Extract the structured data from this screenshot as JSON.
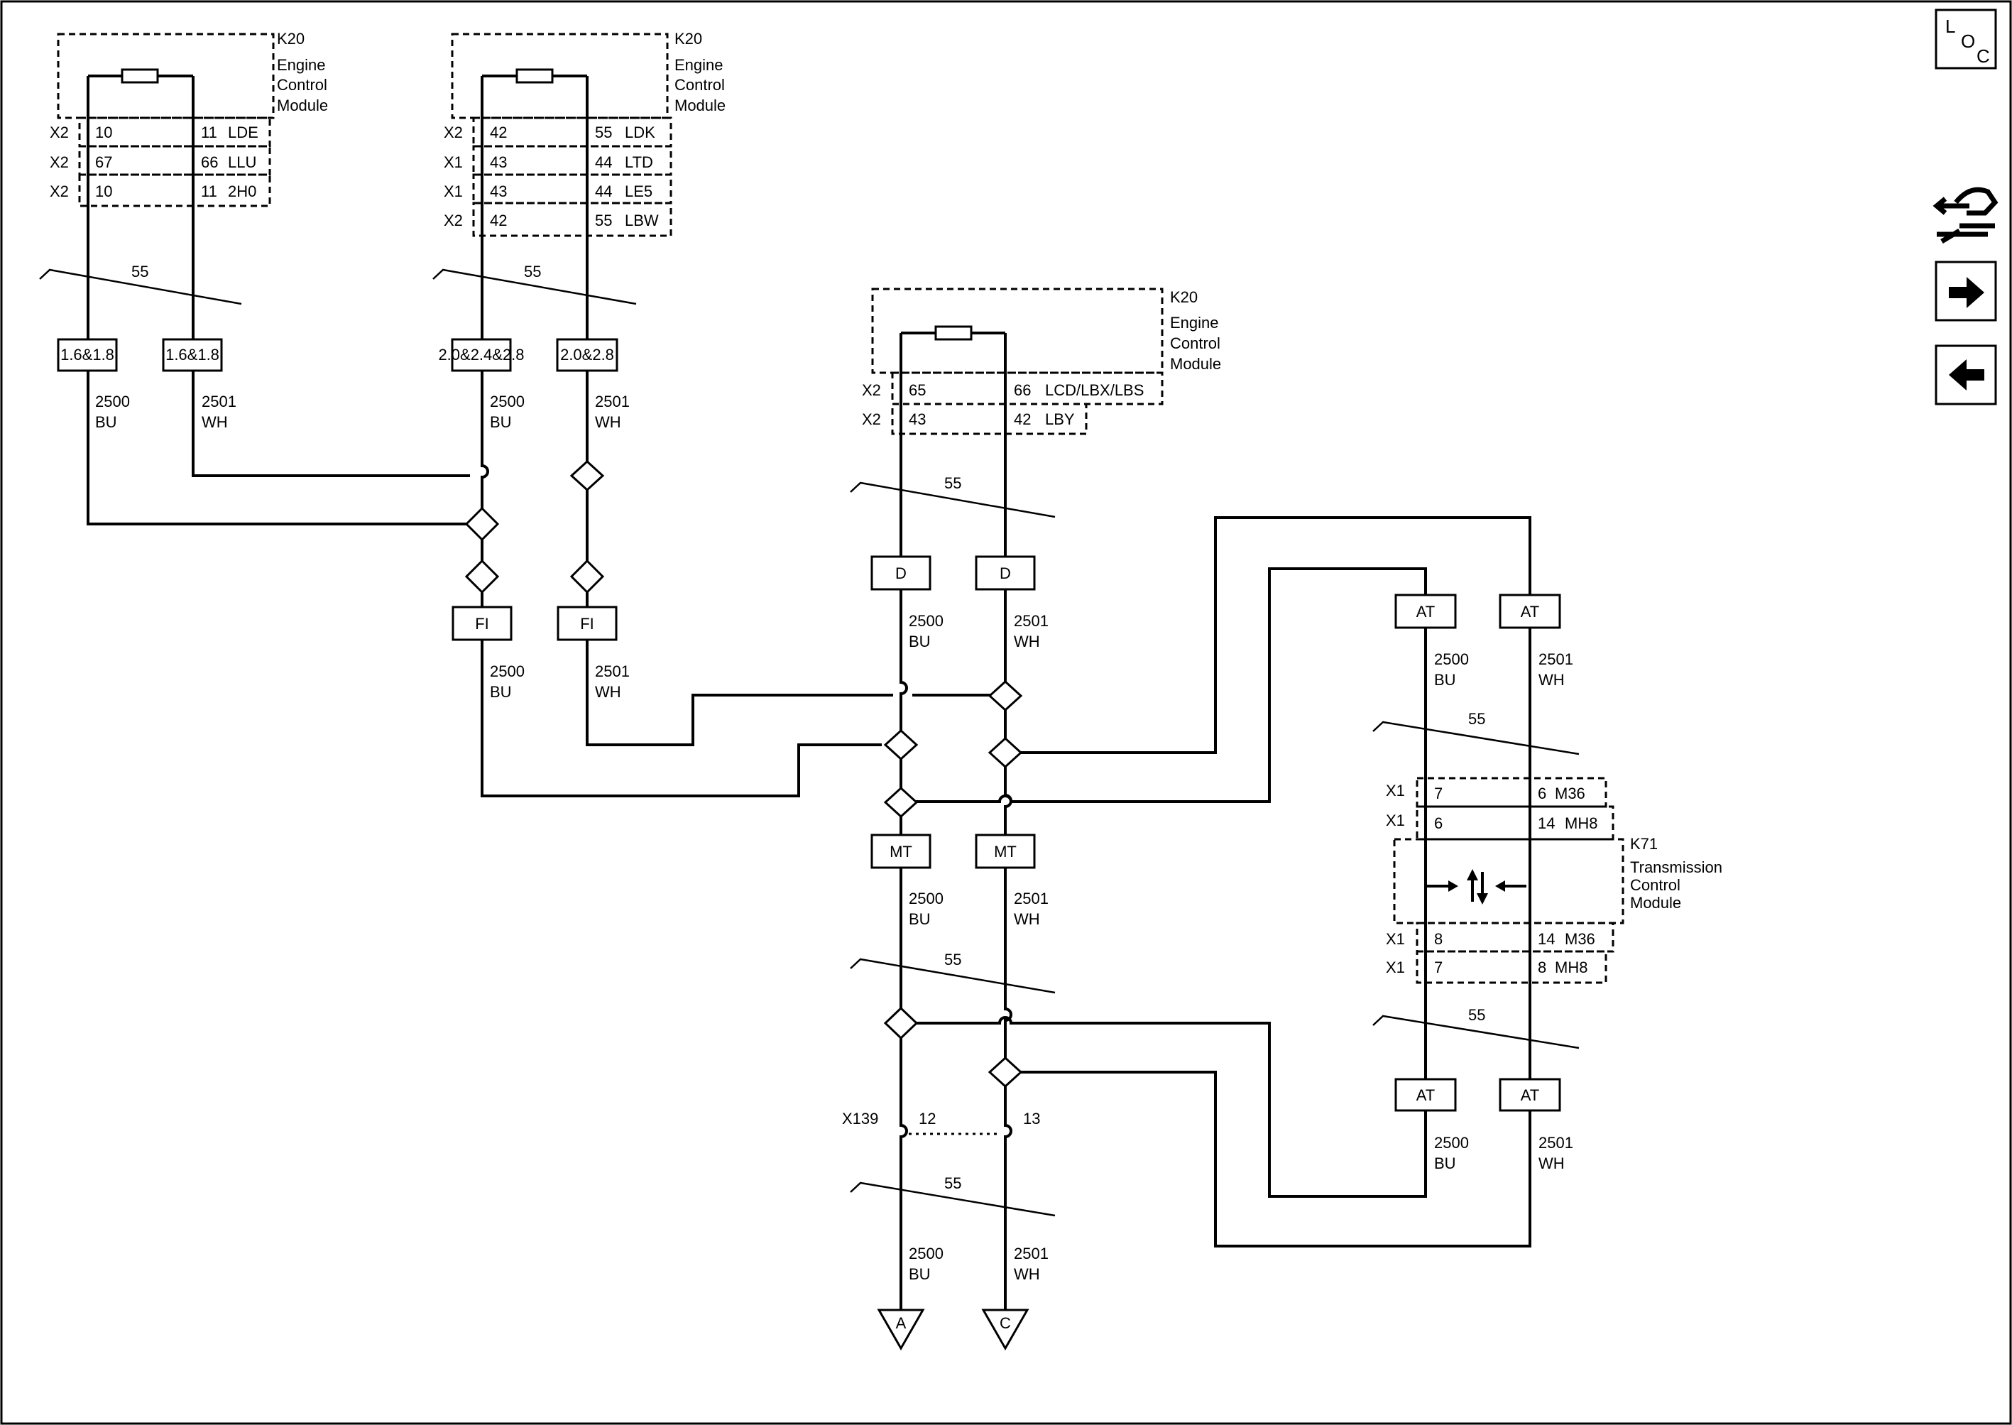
{
  "navigation": {
    "loc": {
      "l": "L",
      "o": "O",
      "c": "C"
    }
  },
  "modules": {
    "k20a": {
      "id": "K20",
      "name1": "Engine",
      "name2": "Control",
      "name3": "Module"
    },
    "k20b": {
      "id": "K20",
      "name1": "Engine",
      "name2": "Control",
      "name3": "Module"
    },
    "k20c": {
      "id": "K20",
      "name1": "Engine",
      "name2": "Control",
      "name3": "Module"
    },
    "k71": {
      "id": "K71",
      "name1": "Transmission",
      "name2": "Control",
      "name3": "Module"
    }
  },
  "pins": {
    "a1": {
      "conn": "X2",
      "p1": "10",
      "p2": "11",
      "opt": "LDE"
    },
    "a2": {
      "conn": "X2",
      "p1": "67",
      "p2": "66",
      "opt": "LLU"
    },
    "a3": {
      "conn": "X2",
      "p1": "10",
      "p2": "11",
      "opt": "2H0"
    },
    "b1": {
      "conn": "X2",
      "p1": "42",
      "p2": "55",
      "opt": "LDK"
    },
    "b2": {
      "conn": "X1",
      "p1": "43",
      "p2": "44",
      "opt": "LTD"
    },
    "b3": {
      "conn": "X1",
      "p1": "43",
      "p2": "44",
      "opt": "LE5"
    },
    "b4": {
      "conn": "X2",
      "p1": "42",
      "p2": "55",
      "opt": "LBW"
    },
    "c1": {
      "conn": "X2",
      "p1": "65",
      "p2": "66",
      "opt": "LCD/LBX/LBS"
    },
    "c2": {
      "conn": "X2",
      "p1": "43",
      "p2": "42",
      "opt": "LBY"
    },
    "t1": {
      "conn": "X1",
      "p1": "7",
      "p2": "6",
      "opt": "M36"
    },
    "t2": {
      "conn": "X1",
      "p1": "6",
      "p2": "14",
      "opt": "MH8"
    },
    "t3": {
      "conn": "X1",
      "p1": "8",
      "p2": "14",
      "opt": "M36"
    },
    "t4": {
      "conn": "X1",
      "p1": "7",
      "p2": "8",
      "opt": "MH8"
    }
  },
  "shield_label": "55",
  "options": {
    "o1": "1.6&1.8",
    "o2": "1.6&1.8",
    "o3": "2.0&2.4&2.8",
    "o4": "2.0&2.8",
    "fi": "FI",
    "d": "D",
    "mt": "MT",
    "at": "AT"
  },
  "wires": {
    "bu": {
      "circuit": "2500",
      "color": "BU"
    },
    "wh": {
      "circuit": "2501",
      "color": "WH"
    }
  },
  "x139": {
    "id": "X139",
    "p1": "12",
    "p2": "13"
  },
  "terminals": {
    "a": "A",
    "c": "C"
  }
}
